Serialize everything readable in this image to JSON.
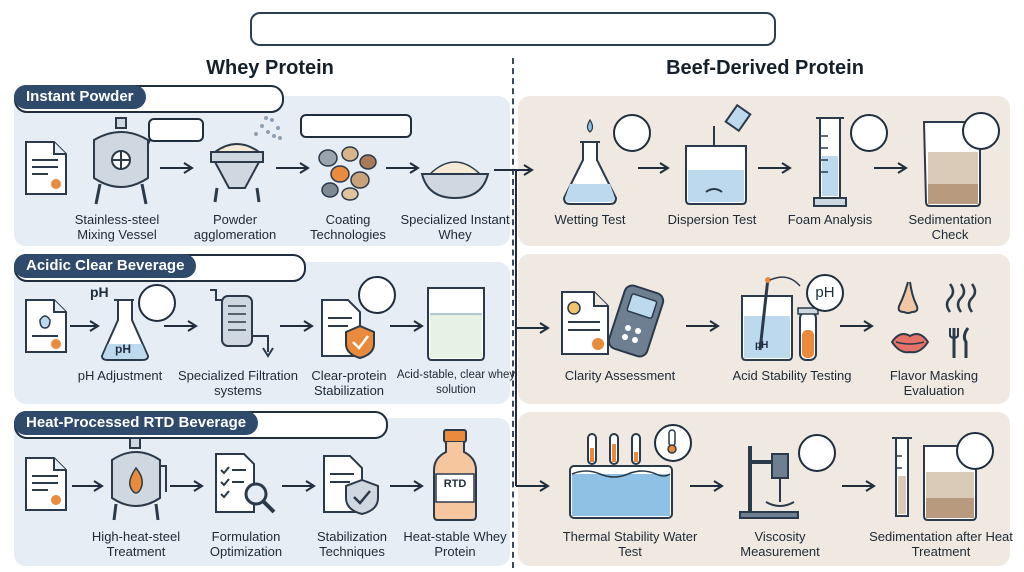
{
  "columns": {
    "left_title": "Whey Protein",
    "right_title": "Beef-Derived Protein"
  },
  "sections": [
    {
      "title": "Instant Powder",
      "whey_steps": [
        "Stainless-steel Mixing Vessel",
        "Powder agglomeration",
        "Coating Technologies",
        "Specialized Instant Whey"
      ],
      "beef_steps": [
        "Wetting Test",
        "Dispersion Test",
        "Foam Analysis",
        "Sedimentation Check"
      ]
    },
    {
      "title": "Acidic Clear Beverage",
      "whey_steps": [
        "pH Adjustment",
        "Specialized Filtration systems",
        "Clear-protein Stabilization",
        "Acid-stable, clear whey solution"
      ],
      "beef_steps": [
        "Clarity Assessment",
        "Acid Stability Testing",
        "Flavor Masking Evaluation"
      ]
    },
    {
      "title": "Heat-Processed RTD Beverage",
      "whey_steps": [
        "High-heat-steel Treatment",
        "Formulation Optimization",
        "Stabilization Techniques",
        "Heat-stable Whey Protein"
      ],
      "beef_steps": [
        "Thermal Stability Water Test",
        "Viscosity Measurement",
        "Sedimentation after Heat Treatment"
      ]
    }
  ],
  "icon_text": {
    "ph_arrow": "pH",
    "ph_flask": "pH",
    "ph_bubble": "pH",
    "ph_probe": "pH",
    "rtd_bottle": "RTD"
  },
  "colors": {
    "whey_panel": "#e6edf4",
    "beef_panel": "#efe9e2",
    "section_pill": "#2f4a6b",
    "liquid_blue": "#bcd9ee",
    "orange_accent": "#e98a3c",
    "sediment_brown": "#b89a7f"
  }
}
